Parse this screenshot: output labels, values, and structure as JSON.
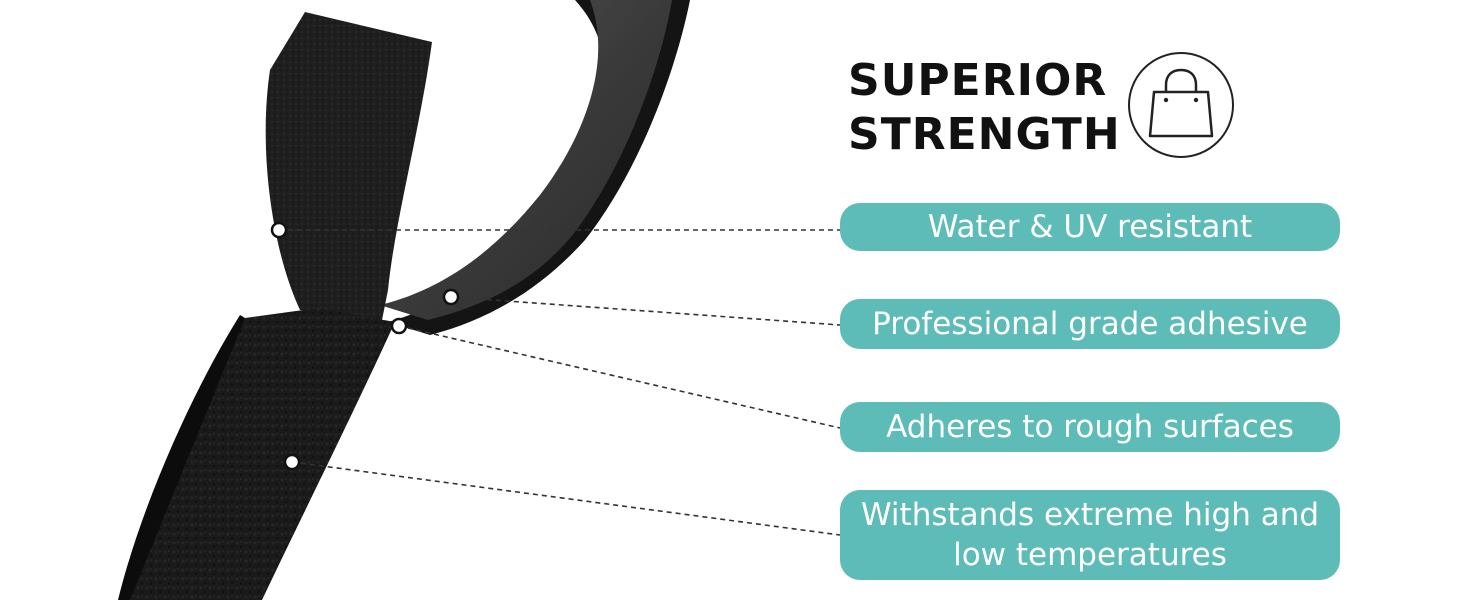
{
  "headline": {
    "line1": "SUPERIOR",
    "line2": "STRENGTH"
  },
  "badge_icon": "shopping-bag-icon",
  "features": [
    {
      "label": "Water & UV resistant",
      "target": "hook-side"
    },
    {
      "label": "Professional grade adhesive",
      "target": "adhesive-backing"
    },
    {
      "label": "Adheres to rough surfaces",
      "target": "fold-junction"
    },
    {
      "label": "Withstands extreme high and",
      "label_line2": "low temperatures",
      "target": "loop-side"
    }
  ],
  "colors": {
    "pill": "#5ebcb8",
    "text": "#111111",
    "tape": "#1b1b1b",
    "adhesive": "#3a3a3a",
    "leader": "#333333"
  }
}
